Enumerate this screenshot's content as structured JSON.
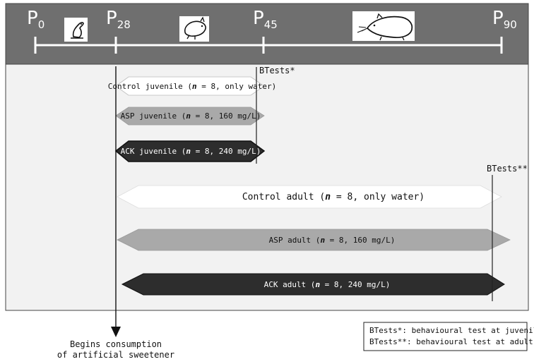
{
  "timeline": {
    "markers": [
      {
        "base": "P",
        "sub": "0"
      },
      {
        "base": "P",
        "sub": "28"
      },
      {
        "base": "P",
        "sub": "45"
      },
      {
        "base": "P",
        "sub": "90"
      }
    ],
    "icons": [
      "juvenile-rat-icon",
      "young-rat-icon",
      "adult-rat-icon"
    ]
  },
  "groups": {
    "control_juvenile": {
      "prefix": "Control juvenile (",
      "n": "n",
      "suffix": " = 8, only water)"
    },
    "asp_juvenile": {
      "prefix": "ASP juvenile (",
      "n": "n",
      "suffix": " = 8, 160 mg/L)"
    },
    "ack_juvenile": {
      "prefix": "ACK juvenile (",
      "n": "n",
      "suffix": " = 8, 240 mg/L)"
    },
    "control_adult": {
      "prefix": "Control adult (",
      "n": "n",
      "suffix": " = 8, only water)"
    },
    "asp_adult": {
      "prefix": "ASP adult (",
      "n": "n",
      "suffix": " = 8, 160 mg/L)"
    },
    "ack_adult": {
      "prefix": "ACK adult (",
      "n": "n",
      "suffix": " = 8, 240 mg/L)"
    }
  },
  "btests": {
    "juvenile": "BTests*",
    "adult": "BTests**"
  },
  "begins": [
    "Begins consumption",
    "of artificial sweetener"
  ],
  "legend": [
    "BTests*: behavioural test at juvenile stage.",
    "BTests**: behavioural test at adult stage."
  ],
  "colors": {
    "header_bg": "#6f6f6f",
    "panel_bg": "#f2f2f2",
    "control": "#ffffff",
    "asp": "#a9a9a9",
    "ack": "#2d2d2d"
  }
}
